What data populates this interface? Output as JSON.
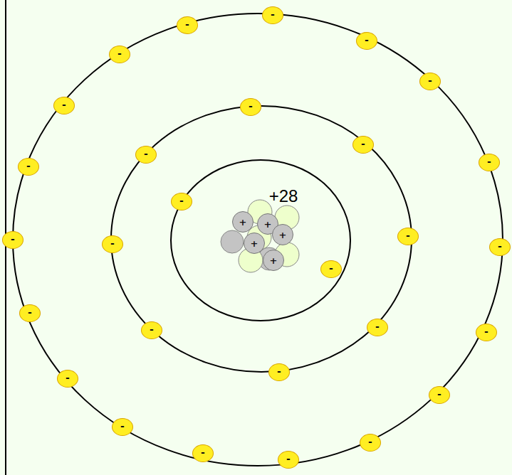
{
  "diagram": {
    "nodes": [
      {
        "text": [
          "+"
        ]
      },
      {
        "text": [
          "+"
        ]
      },
      {
        "text": [
          "+"
        ]
      },
      {
        "text": [
          "+"
        ]
      },
      {
        "text": [
          "+"
        ]
      },
      {
        "text": [
          "-"
        ]
      },
      {
        "text": [
          "-"
        ]
      },
      {
        "text": [
          "-"
        ]
      },
      {
        "text": [
          "-"
        ]
      },
      {
        "text": [
          "-"
        ]
      },
      {
        "text": [
          "-"
        ]
      },
      {
        "text": [
          "-"
        ]
      },
      {
        "text": [
          "-"
        ]
      },
      {
        "text": [
          "-"
        ]
      },
      {
        "text": [
          "-"
        ]
      },
      {
        "text": [
          "-"
        ]
      },
      {
        "text": [
          "-"
        ]
      },
      {
        "text": [
          "-"
        ]
      },
      {
        "text": [
          "-"
        ]
      },
      {
        "text": [
          "-"
        ]
      },
      {
        "text": [
          "-"
        ]
      },
      {
        "text": [
          "-"
        ]
      },
      {
        "text": [
          "-"
        ]
      },
      {
        "text": [
          "-"
        ]
      },
      {
        "text": [
          "-"
        ]
      },
      {
        "text": [
          "-"
        ]
      },
      {
        "text": [
          "-"
        ]
      },
      {
        "text": [
          "-"
        ]
      },
      {
        "text": [
          "-"
        ]
      },
      {
        "text": [
          "-"
        ]
      },
      {
        "text": [
          "-"
        ]
      },
      {
        "text": [
          "-"
        ]
      },
      {
        "text": [
          "-"
        ]
      }
    ],
    "labels": [
      "+28"
    ]
  }
}
